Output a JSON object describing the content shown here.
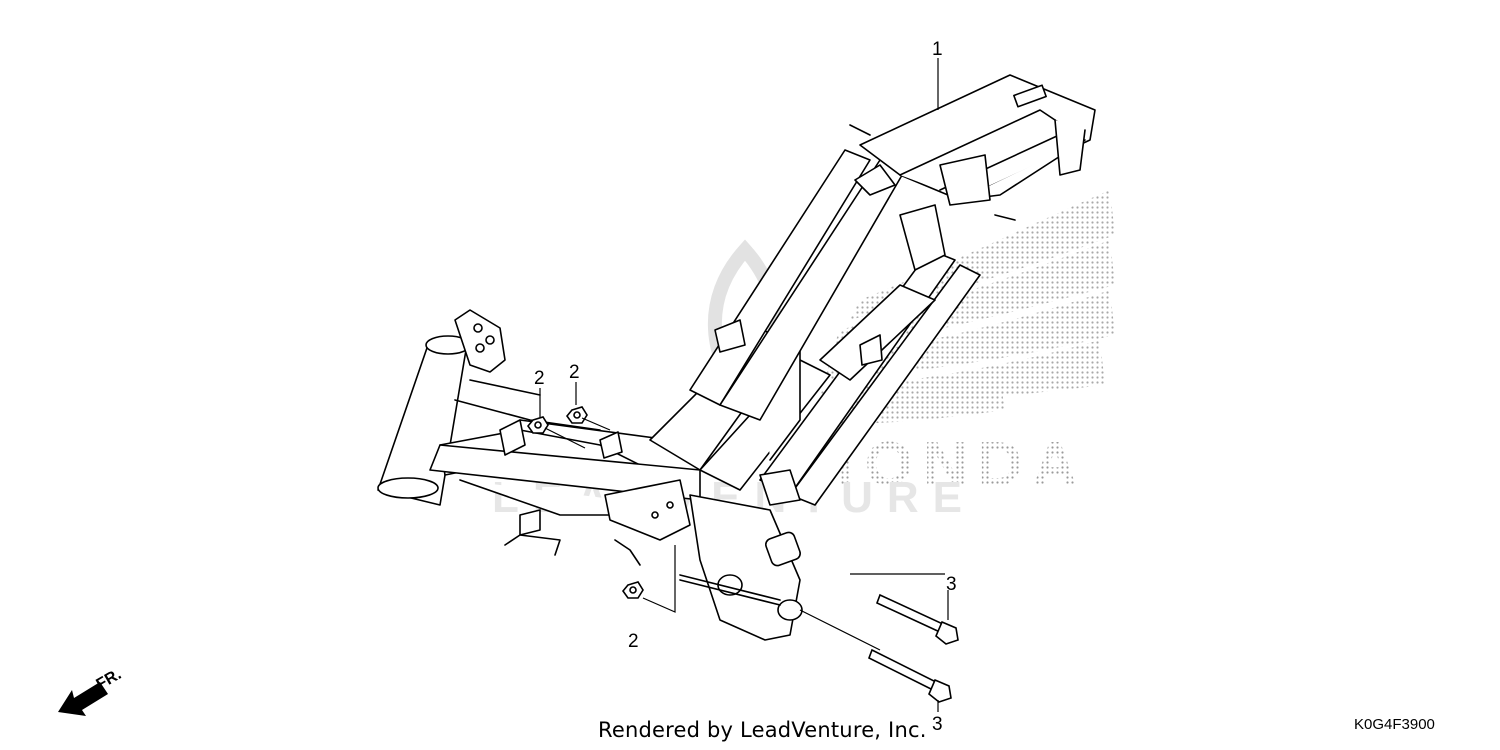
{
  "diagram": {
    "callouts": [
      {
        "id": "1",
        "label": "1"
      },
      {
        "id": "2a",
        "label": "2"
      },
      {
        "id": "2b",
        "label": "2"
      },
      {
        "id": "2c",
        "label": "2"
      },
      {
        "id": "3a",
        "label": "3"
      },
      {
        "id": "3b",
        "label": "3"
      }
    ],
    "front_indicator": "FR.",
    "watermark": {
      "brand": "HONDA",
      "text": "LEADVENTURE"
    },
    "caption": "Rendered by LeadVenture, Inc.",
    "diagram_code": "K0G4F3900"
  },
  "colors": {
    "line": "#000000",
    "watermark": "#c8c8c8",
    "background": "#ffffff"
  }
}
